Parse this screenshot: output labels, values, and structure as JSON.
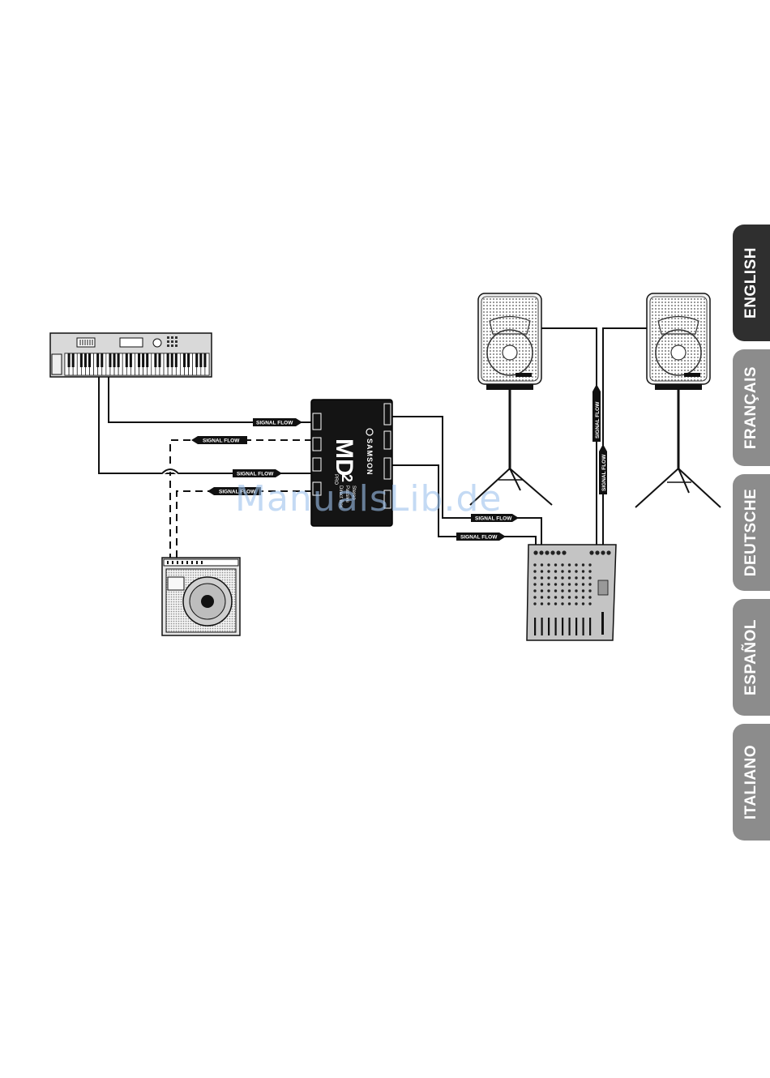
{
  "flow_label": "SIGNAL FLOW",
  "brand": "SAMSON",
  "device": {
    "model": "MD",
    "model_number": "2",
    "suffix": "PRO",
    "subtitle_1": "Stereo",
    "subtitle_2": "Passive",
    "subtitle_3": "Direct Box"
  },
  "tabs": [
    {
      "label": "ENGLISH",
      "active": true
    },
    {
      "label": "FRANÇAIS",
      "active": false
    },
    {
      "label": "DEUTSCHE",
      "active": false
    },
    {
      "label": "ESPAÑOL",
      "active": false
    },
    {
      "label": "ITALIANO",
      "active": false
    }
  ],
  "watermark": "ManualsLib.de"
}
